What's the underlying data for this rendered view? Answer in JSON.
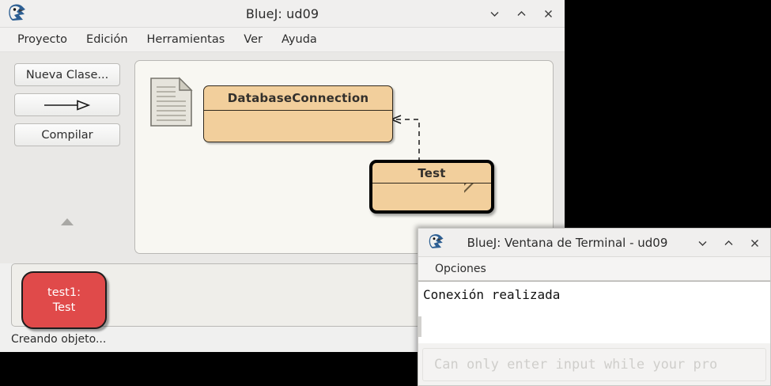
{
  "main_window": {
    "title": "BlueJ: ud09",
    "app_icon": "bluejay-icon",
    "controls": [
      {
        "name": "minimize-button",
        "icon": "chevron-down-icon"
      },
      {
        "name": "maximize-button",
        "icon": "chevron-up-icon"
      },
      {
        "name": "close-button",
        "icon": "close-icon"
      }
    ],
    "menus": [
      {
        "label": "Proyecto"
      },
      {
        "label": "Edición"
      },
      {
        "label": "Herramientas"
      },
      {
        "label": "Ver"
      },
      {
        "label": "Ayuda"
      }
    ],
    "toolbar": {
      "new_class_label": "Nueva Clase...",
      "arrow_button_label": "",
      "compile_label": "Compilar",
      "collapse_handle_icon": "triangle-up-icon"
    },
    "diagram": {
      "readme_icon": "document-icon",
      "classes": [
        {
          "id": "dbconn",
          "name": "DatabaseConnection",
          "selected": false,
          "uncompiled": false,
          "fill": "#f2cf9c"
        },
        {
          "id": "test",
          "name": "Test",
          "selected": true,
          "uncompiled": true,
          "fill": "#f2cf9c"
        }
      ],
      "relations": [
        {
          "type": "dependency",
          "style": "dashed",
          "from": "Test",
          "to": "DatabaseConnection"
        }
      ]
    },
    "object_bench": {
      "objects": [
        {
          "name_line": "test1:",
          "type_line": "Test",
          "color": "#e04a4a"
        }
      ]
    },
    "status": {
      "text": "Creando objeto...",
      "progress_visible": true
    }
  },
  "terminal_window": {
    "title": "BlueJ: Ventana de Terminal - ud09",
    "app_icon": "bluejay-icon",
    "controls": [
      {
        "name": "minimize-button",
        "icon": "chevron-down-icon"
      },
      {
        "name": "maximize-button",
        "icon": "chevron-up-icon"
      },
      {
        "name": "close-button",
        "icon": "close-icon"
      }
    ],
    "menus": [
      {
        "label": "Opciones"
      }
    ],
    "output_lines": [
      "Conexión realizada"
    ],
    "input_placeholder": "Can only enter input while your pro"
  },
  "colors": {
    "class_fill": "#f2cf9c",
    "object_red": "#e04a4a",
    "diagram_bg": "#f8f7f2",
    "window_chrome": "#f0efee",
    "desktop": "#000000"
  }
}
